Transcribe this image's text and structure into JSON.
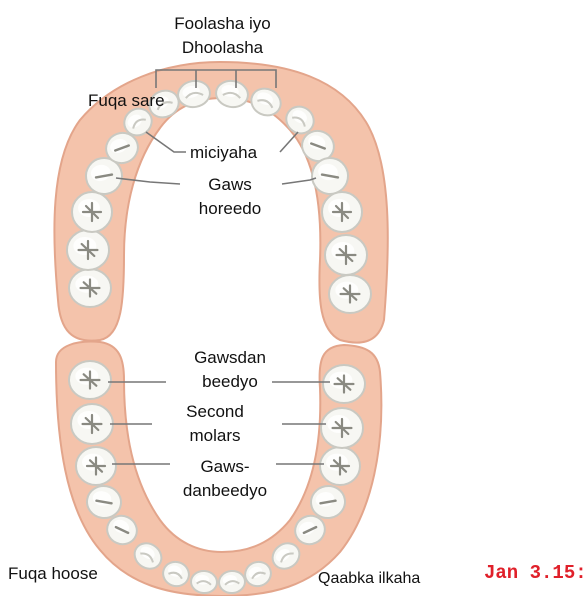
{
  "labels": {
    "incisors": [
      "Foolasha iyo",
      "Dhoolasha"
    ],
    "upper_jaw": "Fuqa sare",
    "canines": "miciyaha",
    "upper_premolars": [
      "Gaws",
      "horeedo"
    ],
    "lower_first_molars": [
      "Gawsdan",
      "beedyo"
    ],
    "second_molars": [
      "Second",
      "molars"
    ],
    "lower_premolars": [
      "Gaws-",
      "danbeedyo"
    ],
    "lower_jaw": "Fuqa hoose",
    "caption": "Qaabka ilkaha",
    "figure_number": "Jan 3.15:"
  },
  "colors": {
    "gum": "#f4c3ab",
    "gum_edge": "#e3a58b",
    "tooth": "#f7f7f3",
    "tooth_shade": "#c9c9c2",
    "groove": "#8a8a82",
    "leader_line": "#777777",
    "figure_number": "#e0202a"
  },
  "icons": [
    "tooth-icon"
  ]
}
